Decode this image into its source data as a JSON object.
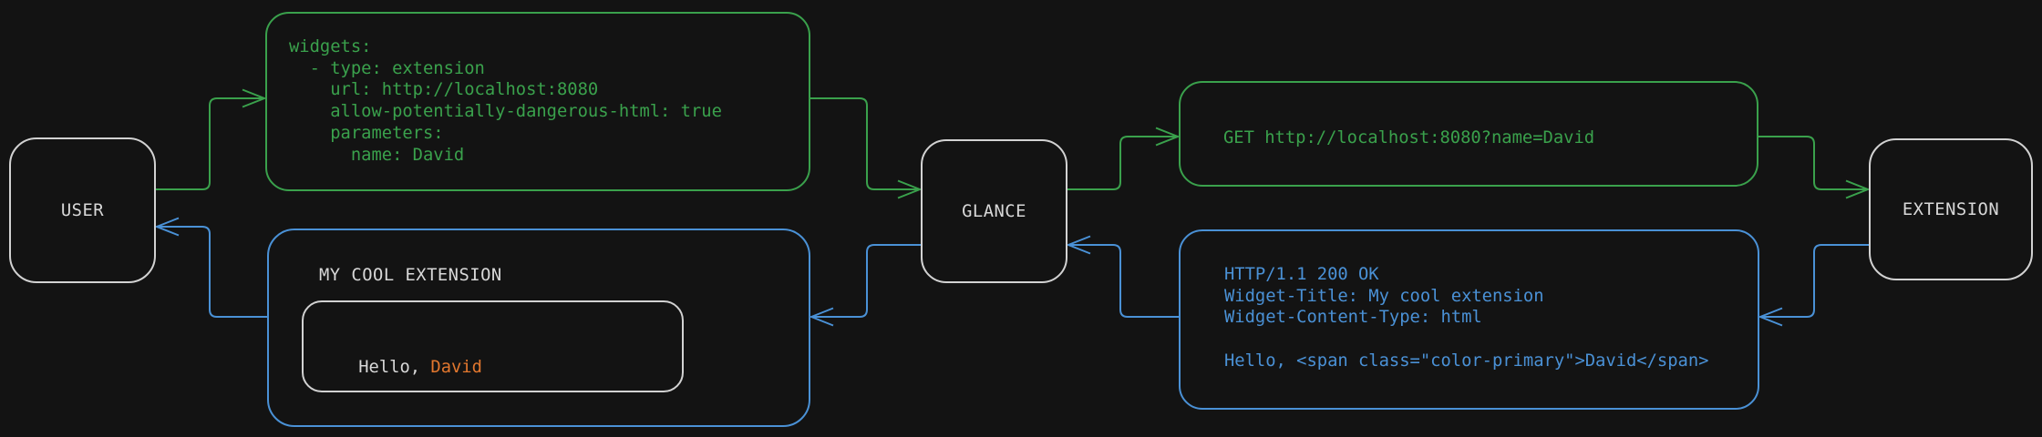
{
  "colors": {
    "background": "#131313",
    "green": "#3aa14c",
    "blue": "#4a91d6",
    "orange": "#e2772e",
    "text": "#d8d8d8",
    "node_border": "#d2d2d2"
  },
  "nodes": {
    "user": {
      "label": "USER"
    },
    "glance": {
      "label": "GLANCE"
    },
    "extension": {
      "label": "EXTENSION"
    }
  },
  "request_flow": {
    "config": {
      "code": "widgets:\n  - type: extension\n    url: http://localhost:8080\n    allow-potentially-dangerous-html: true\n    parameters:\n      name: David"
    },
    "http_request": {
      "code": "GET http://localhost:8080?name=David"
    }
  },
  "response_flow": {
    "http_response": {
      "code": "HTTP/1.1 200 OK\nWidget-Title: My cool extension\nWidget-Content-Type: html\n\nHello, <span class=\"color-primary\">David</span>"
    },
    "rendered_widget": {
      "title": "MY COOL EXTENSION",
      "greeting_prefix": "Hello, ",
      "greeting_name": "David"
    }
  }
}
